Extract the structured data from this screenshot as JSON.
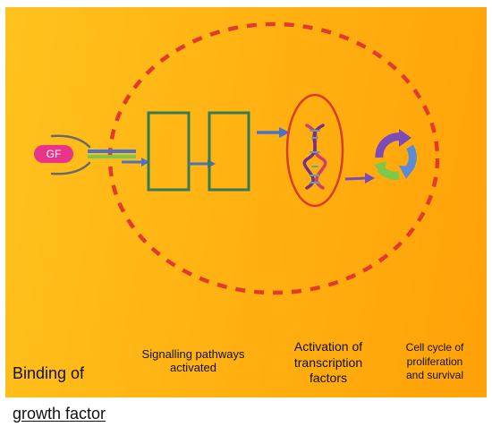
{
  "ligand": {
    "label": "GF"
  },
  "labels": {
    "binding_line1": "Binding of",
    "binding_line2": "growth factor",
    "signalling": "Signalling pathways\nactivated",
    "activation": "Activation of\ntranscription\nfactors",
    "cell_cycle": "Cell cycle of\nproliferation\nand survival"
  },
  "colors": {
    "background": "#ffb312",
    "dashed_circle": "#e33a2e",
    "box_outline": "#3a7a52",
    "arrow": "#4a72c8",
    "nucleus_outline": "#d93c2a",
    "gf_pill": "#e8358a",
    "cycle_arrows": [
      "#7b4bb8",
      "#5b8ad6",
      "#7dc84a"
    ]
  },
  "icons": [
    "dna-helix-icon",
    "cell-cycle-icon",
    "receptor-icon"
  ]
}
